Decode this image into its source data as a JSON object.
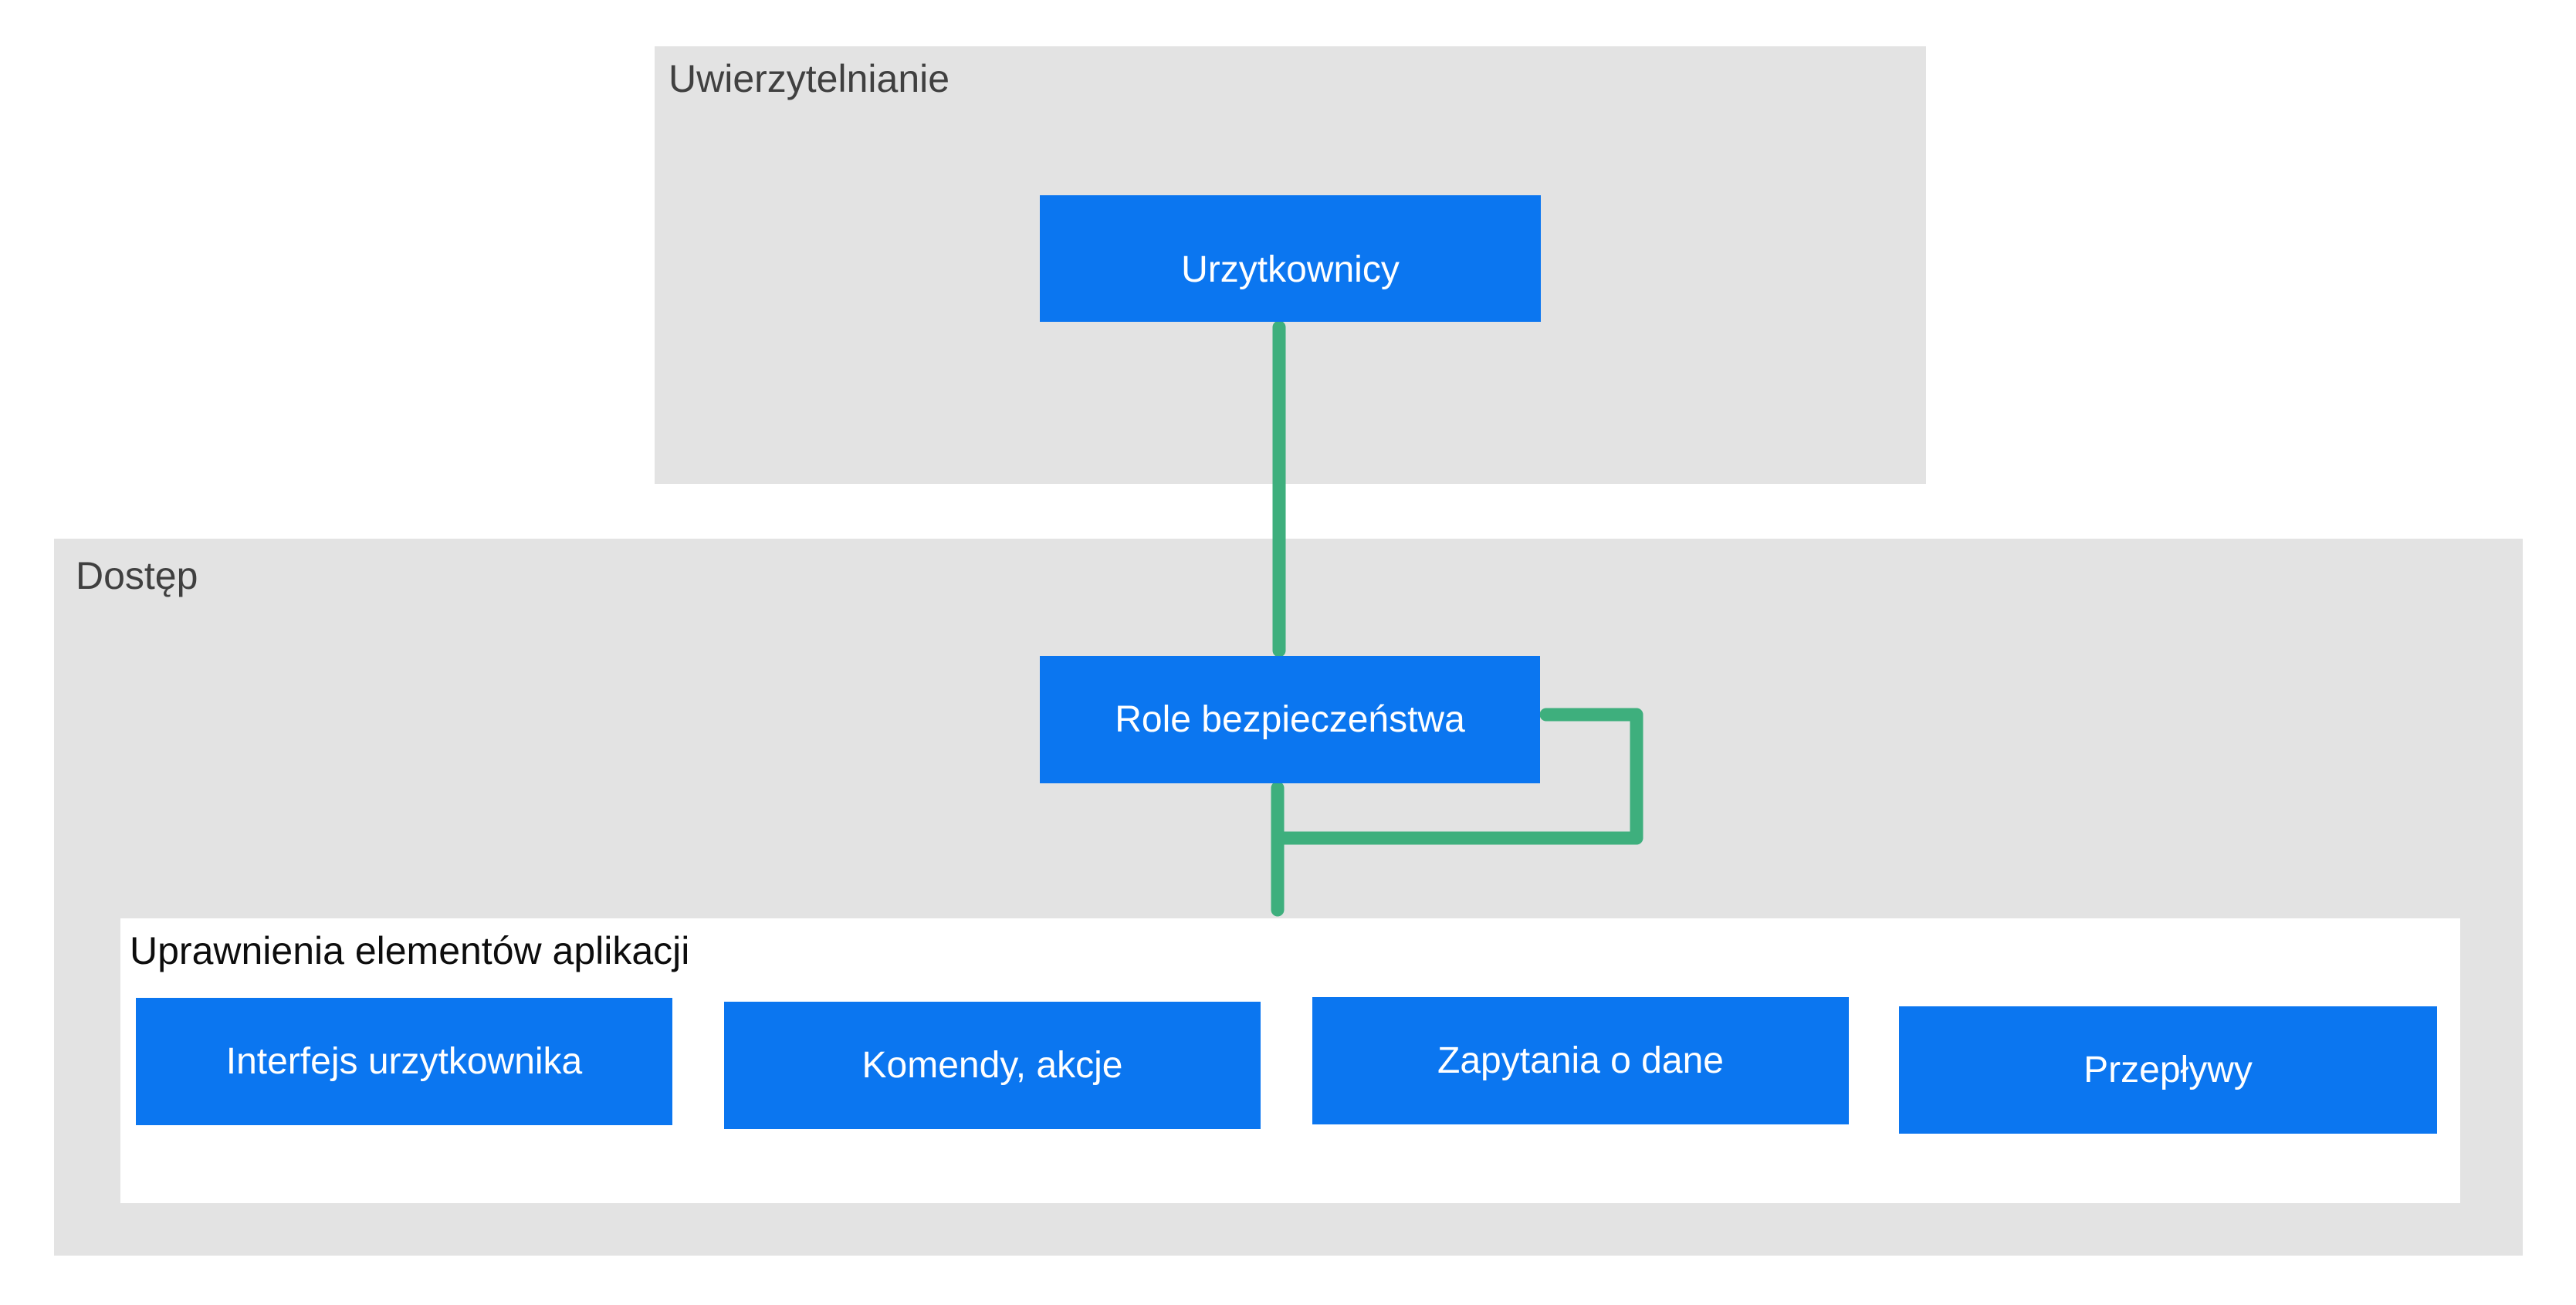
{
  "colors": {
    "node_blue": "#0b76f0",
    "connector_green": "#3eaf7d",
    "group_gray": "#e3e3e3",
    "panel_white": "#ffffff",
    "label_dark": "#404040",
    "label_black": "#0d0d0d",
    "node_text": "#ffffff",
    "background": "#ffffff"
  },
  "groups": {
    "authentication": {
      "label": "Uwierzytelnianie"
    },
    "access": {
      "label": "Dostęp"
    },
    "permissions": {
      "label": "Uprawnienia elementów aplikacji"
    }
  },
  "nodes": {
    "users": {
      "label": "Urzytkownicy"
    },
    "security_roles": {
      "label": "Role bezpieczeństwa"
    },
    "user_interface": {
      "label": "Interfejs urzytkownika"
    },
    "commands_actions": {
      "label": "Komendy, akcje"
    },
    "data_queries": {
      "label": "Zapytania o dane"
    },
    "flows": {
      "label": "Przepływy"
    }
  },
  "connectors": [
    {
      "name": "users-to-security-roles",
      "type": "straight-vertical"
    },
    {
      "name": "security-roles-to-permissions",
      "type": "straight-vertical"
    },
    {
      "name": "security-roles-right-loop",
      "type": "elbow"
    }
  ]
}
